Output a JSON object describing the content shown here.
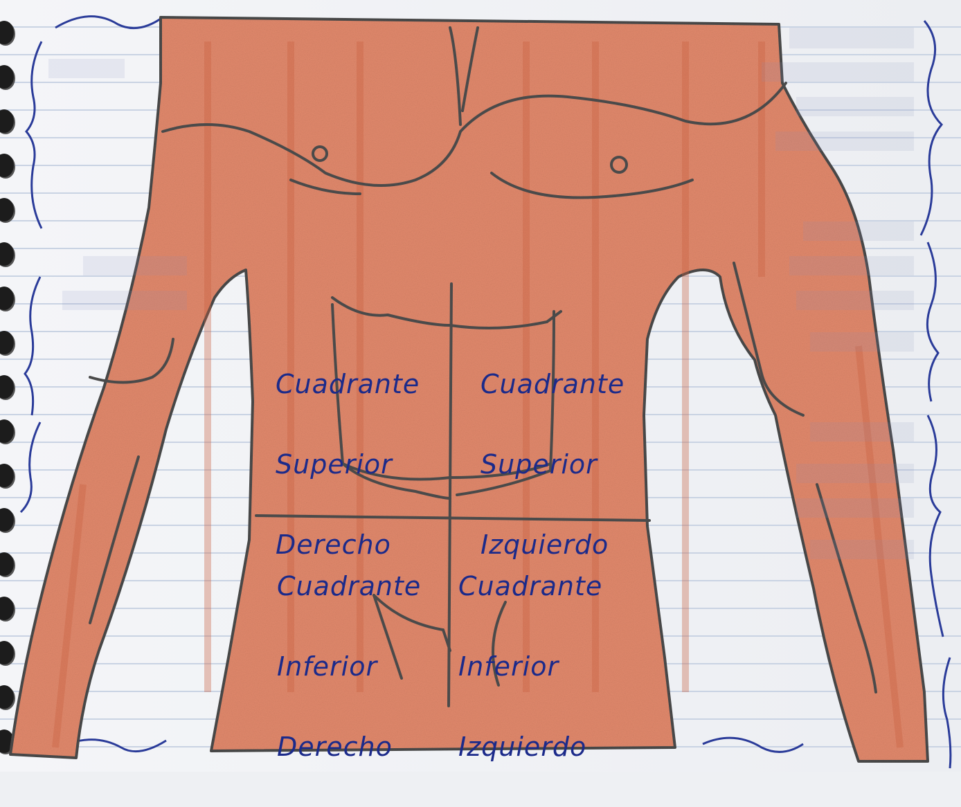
{
  "quadrants": {
    "superior_derecho": [
      "Cuadrante",
      "Superior",
      "Derecho"
    ],
    "superior_izquierdo": [
      "Cuadrante",
      "Superior",
      "Izquierdo"
    ],
    "inferior_derecho": [
      "Cuadrante",
      "Inferior",
      "Derecho"
    ],
    "inferior_izquierdo": [
      "Cuadrante",
      "Inferior",
      "Izquierdo"
    ]
  },
  "colors": {
    "skin": "#e08a70",
    "skin_shadow": "#c9603f",
    "pencil": "#4a4a4a",
    "ink": "#1b2a8a"
  }
}
